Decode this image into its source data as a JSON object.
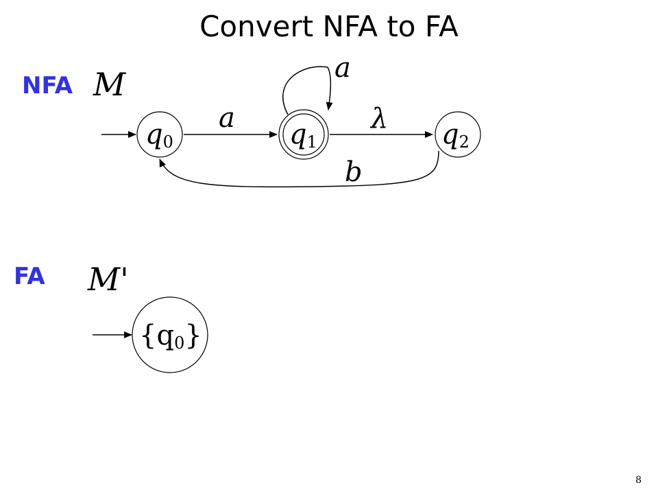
{
  "slide": {
    "title": "Convert NFA to FA",
    "page_number": "8"
  },
  "colors": {
    "label_blue": "#3333dd",
    "stroke": "#000000"
  },
  "nfa": {
    "label": "NFA",
    "machine_name": "M",
    "states": [
      {
        "id": "q0",
        "name": "q",
        "sub": "0",
        "initial": true,
        "accepting": false
      },
      {
        "id": "q1",
        "name": "q",
        "sub": "1",
        "initial": false,
        "accepting": true
      },
      {
        "id": "q2",
        "name": "q",
        "sub": "2",
        "initial": false,
        "accepting": false
      }
    ],
    "transitions": [
      {
        "from": "q0",
        "to": "q1",
        "symbol": "a"
      },
      {
        "from": "q1",
        "to": "q1",
        "symbol": "a"
      },
      {
        "from": "q1",
        "to": "q2",
        "symbol": "λ"
      },
      {
        "from": "q2",
        "to": "q0",
        "symbol": "b"
      }
    ]
  },
  "fa": {
    "label": "FA",
    "machine_name": "M'",
    "states": [
      {
        "id": "s0",
        "name": "{q",
        "sub": "0",
        "suffix": "}",
        "initial": true,
        "accepting": false
      }
    ]
  }
}
